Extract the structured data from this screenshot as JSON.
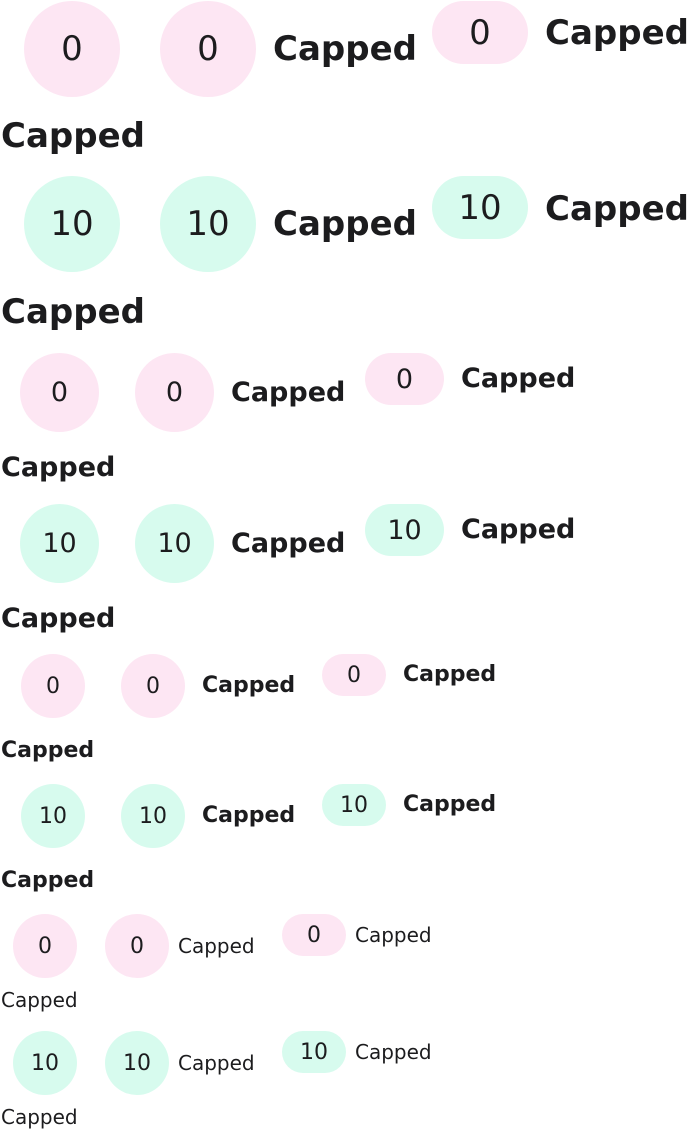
{
  "colors": {
    "pink_badge": "#fde6f3",
    "mint_badge": "#d7fbee",
    "text": "#1c1c1e"
  },
  "groups": [
    {
      "size": "xlarge",
      "rows": [
        {
          "variant": "pink",
          "value": "0",
          "label": "Capped"
        },
        {
          "variant": "mint",
          "value": "10",
          "label": "Capped"
        }
      ]
    },
    {
      "size": "large",
      "rows": [
        {
          "variant": "pink",
          "value": "0",
          "label": "Capped"
        },
        {
          "variant": "mint",
          "value": "10",
          "label": "Capped"
        }
      ]
    },
    {
      "size": "medium",
      "rows": [
        {
          "variant": "pink",
          "value": "0",
          "label": "Capped"
        },
        {
          "variant": "mint",
          "value": "10",
          "label": "Capped"
        }
      ]
    },
    {
      "size": "small",
      "rows": [
        {
          "variant": "pink",
          "value": "0",
          "label": "Capped"
        },
        {
          "variant": "mint",
          "value": "10",
          "label": "Capped"
        }
      ]
    }
  ]
}
